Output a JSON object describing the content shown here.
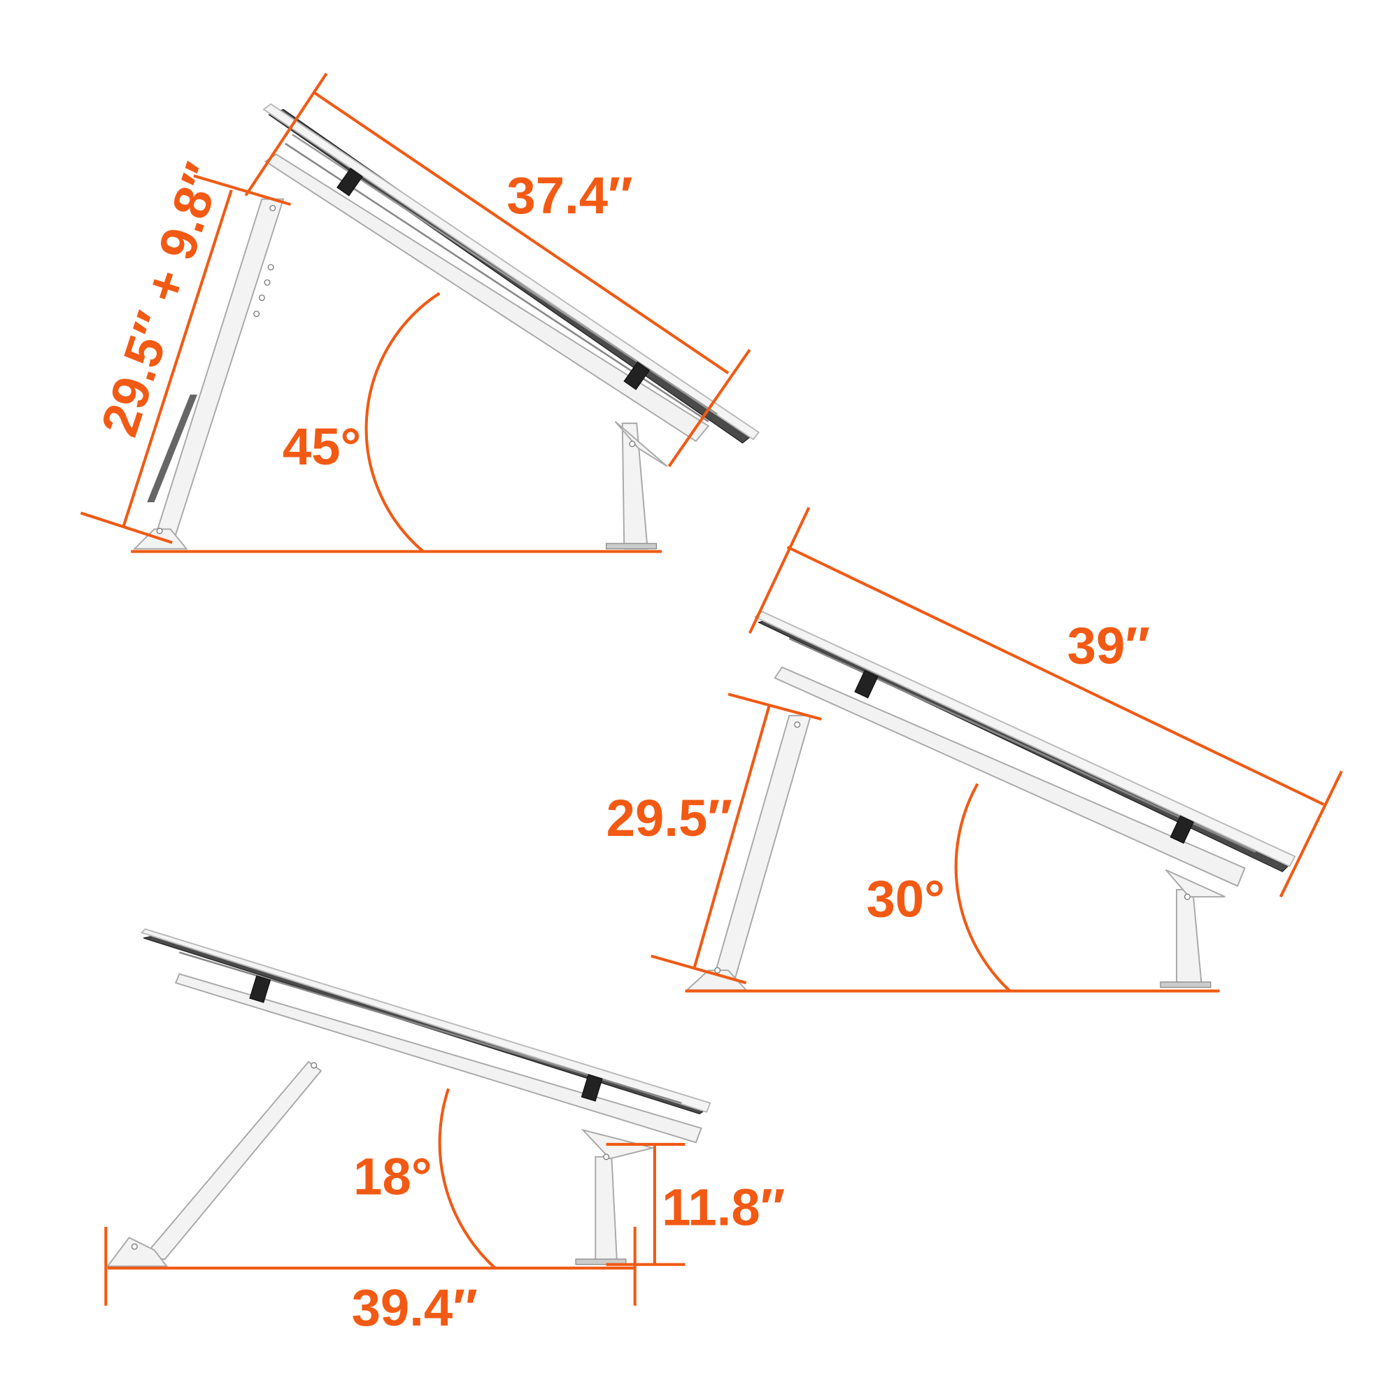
{
  "colors": {
    "accent": "#f25a14",
    "hardware": "#f2f2f2",
    "panel_back": "#4a4a4a"
  },
  "configs": [
    {
      "id": "config-45",
      "tilt_angle": "45°",
      "panel_length": "37.4″",
      "front_leg_length": "29.5″ + 9.8″"
    },
    {
      "id": "config-30",
      "tilt_angle": "30°",
      "panel_length": "39″",
      "front_leg_length": "29.5″"
    },
    {
      "id": "config-18",
      "tilt_angle": "18°",
      "rear_leg_height": "11.8″",
      "base_length": "39.4″"
    }
  ]
}
